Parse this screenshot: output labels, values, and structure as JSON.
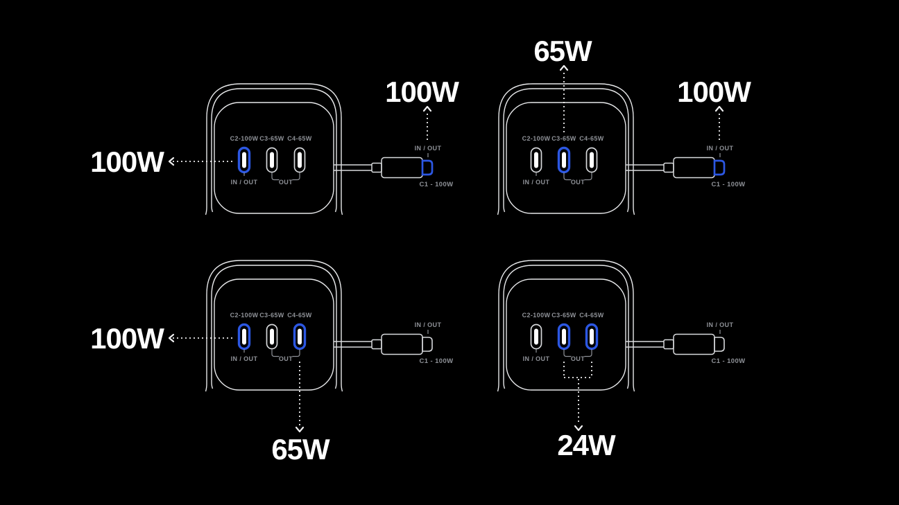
{
  "colors": {
    "background": "#000000",
    "accent_blue": "#2c57e2",
    "outline_white": "#e8e9eb",
    "label_gray": "#8f9298"
  },
  "charger": {
    "port_c2_label": "C2-100W",
    "port_c3_label": "C3-65W",
    "port_c4_label": "C4-65W",
    "c2_io_label": "IN / OUT",
    "c34_out_label": "OUT",
    "cable_io_label": "IN / OUT",
    "cable_name_label": "C1 - 100W"
  },
  "quadrants": {
    "top_left": {
      "c2_power": "100W",
      "cable_power": "100W"
    },
    "top_right": {
      "c3_power": "65W",
      "cable_power": "100W"
    },
    "bottom_left": {
      "c2_power": "100W",
      "c4_power": "65W"
    },
    "bottom_right": {
      "c3_c4_power": "24W"
    }
  }
}
